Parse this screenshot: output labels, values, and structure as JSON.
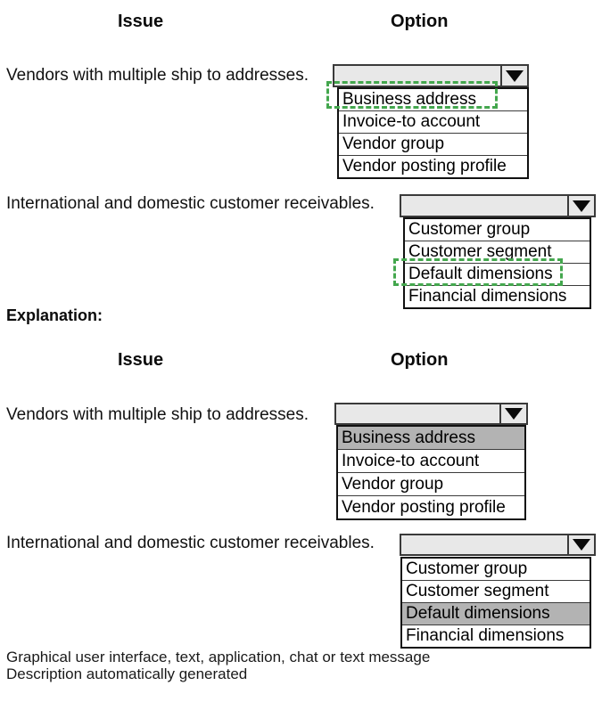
{
  "answer_section": {
    "issue_header": "Issue",
    "option_header": "Option",
    "q1": {
      "issue": "Vendors with multiple ship to addresses.",
      "options": [
        "Business address",
        "Invoice-to account",
        "Vendor group",
        "Vendor posting profile"
      ],
      "marked_option": "Business address"
    },
    "q2": {
      "issue": "International and domestic customer receivables.",
      "options": [
        "Customer group",
        "Customer segment",
        "Default dimensions",
        "Financial dimensions"
      ],
      "marked_option": "Default dimensions"
    }
  },
  "explanation_label": "Explanation:",
  "explanation_section": {
    "issue_header": "Issue",
    "option_header": "Option",
    "q1": {
      "issue": "Vendors with multiple ship to addresses.",
      "options": [
        "Business address",
        "Invoice-to account",
        "Vendor group",
        "Vendor posting profile"
      ],
      "selected_option": "Business address"
    },
    "q2": {
      "issue": "International and domestic customer receivables.",
      "options": [
        "Customer group",
        "Customer segment",
        "Default dimensions",
        "Financial dimensions"
      ],
      "selected_option": "Default dimensions"
    }
  },
  "caption": {
    "line1": "Graphical user interface, text, application, chat or text message",
    "line2": "Description automatically generated"
  },
  "colors": {
    "combobox_fill": "#e8e8e8",
    "box_border": "#3a3a3a",
    "list_border": "#111111",
    "selected_highlight": "#b3b3b3",
    "marker_green": "#44a74e"
  }
}
